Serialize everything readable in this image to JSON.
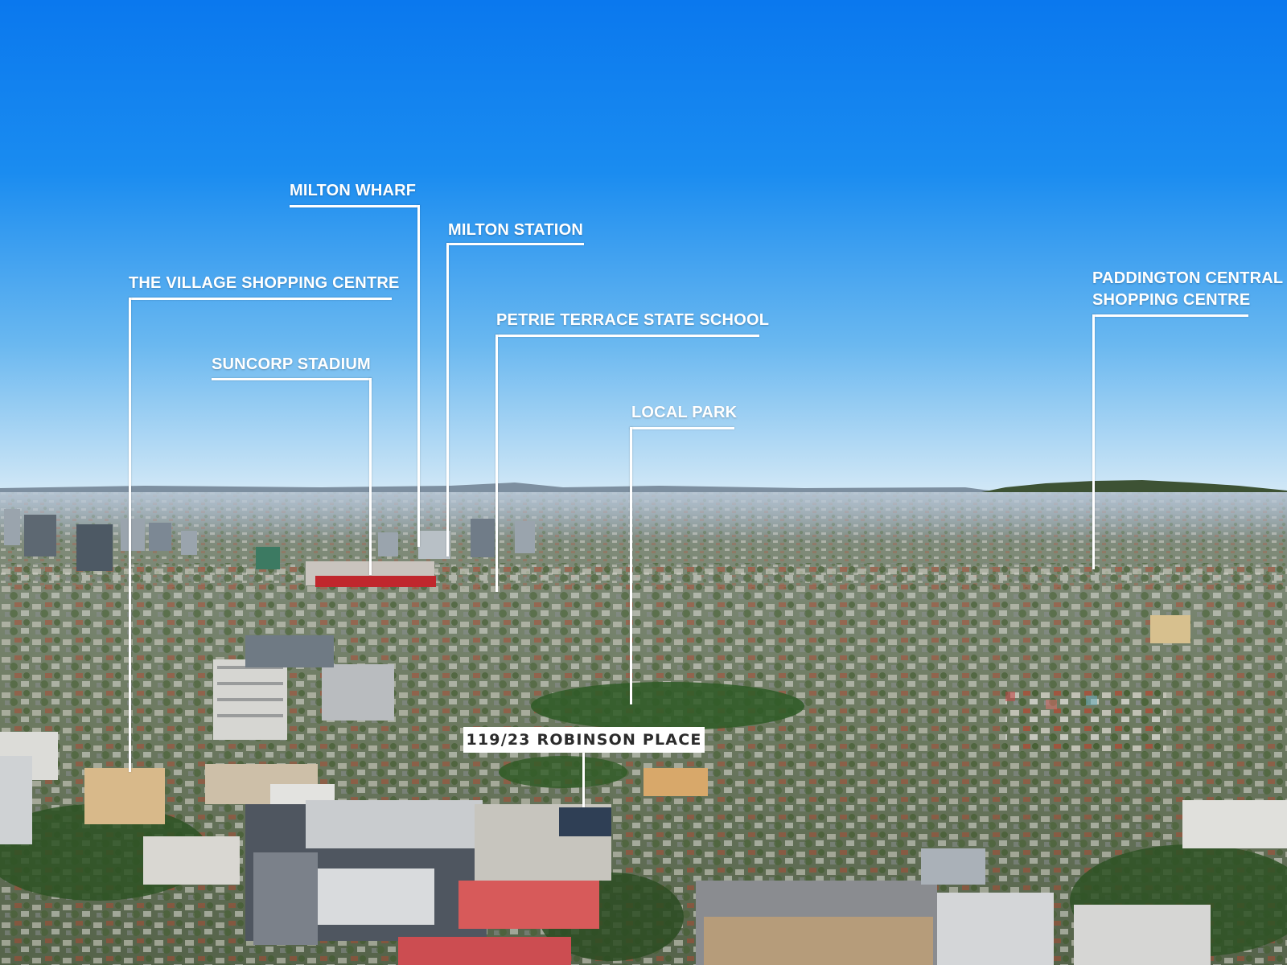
{
  "photo": {
    "sky_top_color": "#0a78ee",
    "sky_horizon_color": "#cfe6f8",
    "ground_color": "#6f7b6c"
  },
  "labels": {
    "village": "THE VILLAGE SHOPPING CENTRE",
    "milton_wharf": "MILTON WHARF",
    "milton_station": "MILTON STATION",
    "suncorp": "SUNCORP STADIUM",
    "petrie": "PETRIE TERRACE STATE SCHOOL",
    "local_park": "LOCAL PARK",
    "paddington_line1": "PADDINGTON CENTRAL",
    "paddington_line2": "SHOPPING CENTRE",
    "property": "119/23 ROBINSON PLACE"
  }
}
